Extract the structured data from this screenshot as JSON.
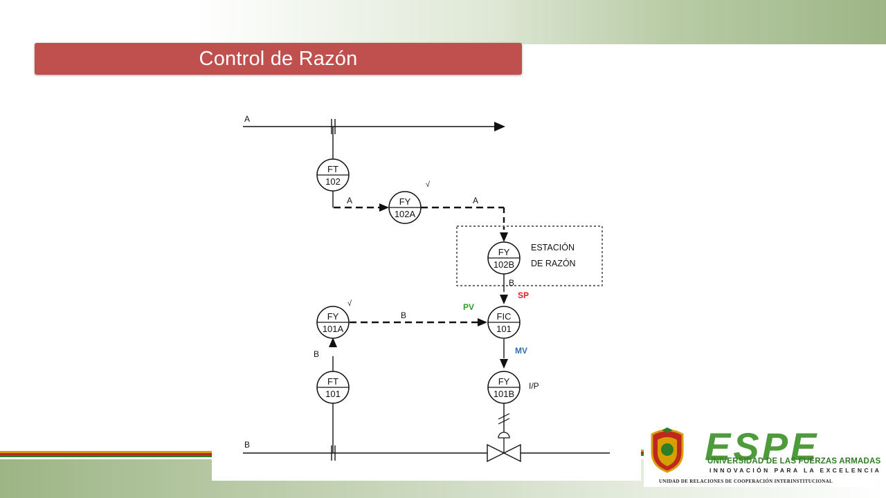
{
  "slide": {
    "title": "Control de Razón"
  },
  "colors": {
    "title_bg": "#c0504d",
    "band_green": "#9db585",
    "sp_red": "#e02020",
    "pv_green": "#2aa02a",
    "mv_blue": "#2f6fb3",
    "logo_green": "#4d9b3a"
  },
  "diagram": {
    "lines": {
      "line_a": "A",
      "line_b": "B"
    },
    "signals": {
      "a_to_fy102a": "A",
      "a_from_fy102a": "A",
      "b_from_fy102b": "B",
      "b_to_fic": "B",
      "b_from_ft101": "B"
    },
    "instruments": {
      "ft102": {
        "top": "FT",
        "bottom": "102"
      },
      "fy102a": {
        "top": "FY",
        "bottom": "102A",
        "mark": "√"
      },
      "fy102b": {
        "top": "FY",
        "bottom": "102B"
      },
      "fy101a": {
        "top": "FY",
        "bottom": "101A",
        "mark": "√"
      },
      "fic101": {
        "top": "FIC",
        "bottom": "101"
      },
      "ft101": {
        "top": "FT",
        "bottom": "101"
      },
      "fy101b": {
        "top": "FY",
        "bottom": "101B"
      }
    },
    "station": {
      "line1": "ESTACIÓN",
      "line2": "DE RAZÓN"
    },
    "tags": {
      "sp": "SP",
      "pv": "PV",
      "mv": "MV",
      "ip": "I/P"
    }
  },
  "logo": {
    "name": "ESPE",
    "line1": "UNIVERSIDAD DE LAS FUERZAS ARMADAS",
    "line2": "INNOVACIÓN PARA LA EXCELENCIA",
    "line3": "UNIDAD DE RELACIONES DE COOPERACIÓN INTERINSTITUCIONAL"
  }
}
